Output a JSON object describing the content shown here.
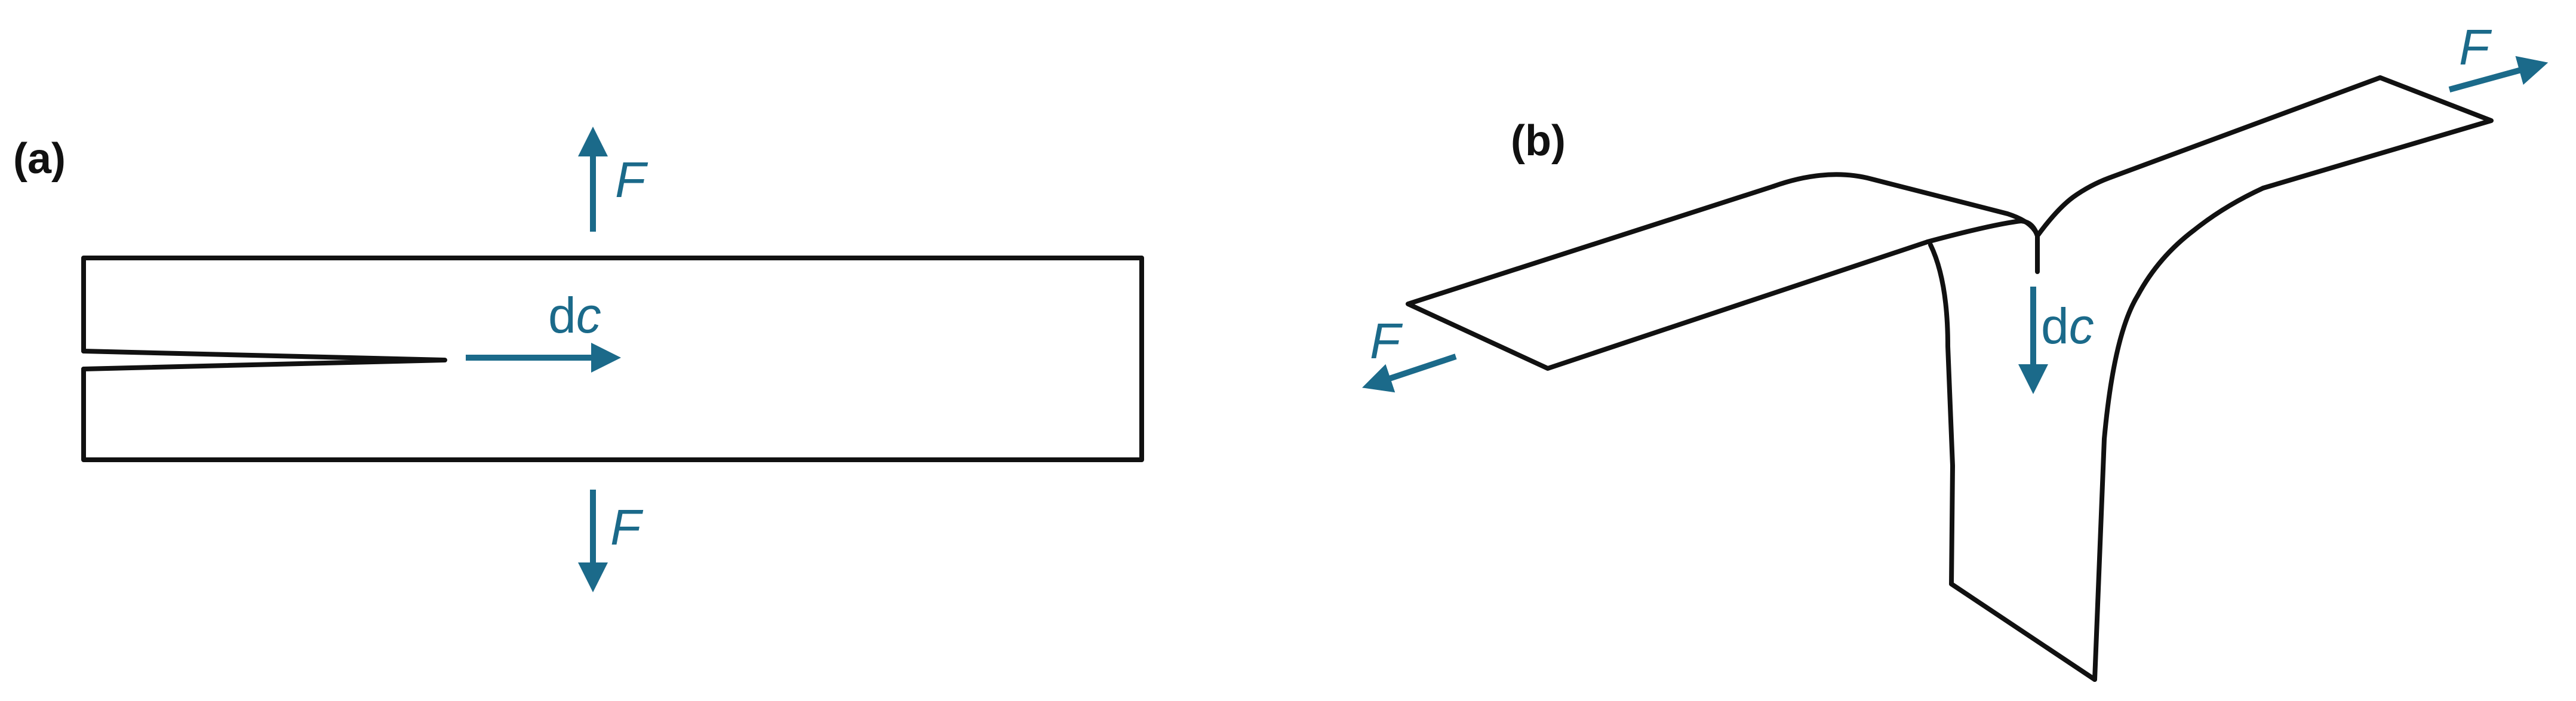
{
  "panels": {
    "a": {
      "label": "(a)"
    },
    "b": {
      "label": "(b)"
    }
  },
  "labels": {
    "force": "F",
    "extension_d": "d",
    "extension_c": "c"
  },
  "colors": {
    "arrow": "#1b6a8a",
    "outline": "#111111"
  }
}
